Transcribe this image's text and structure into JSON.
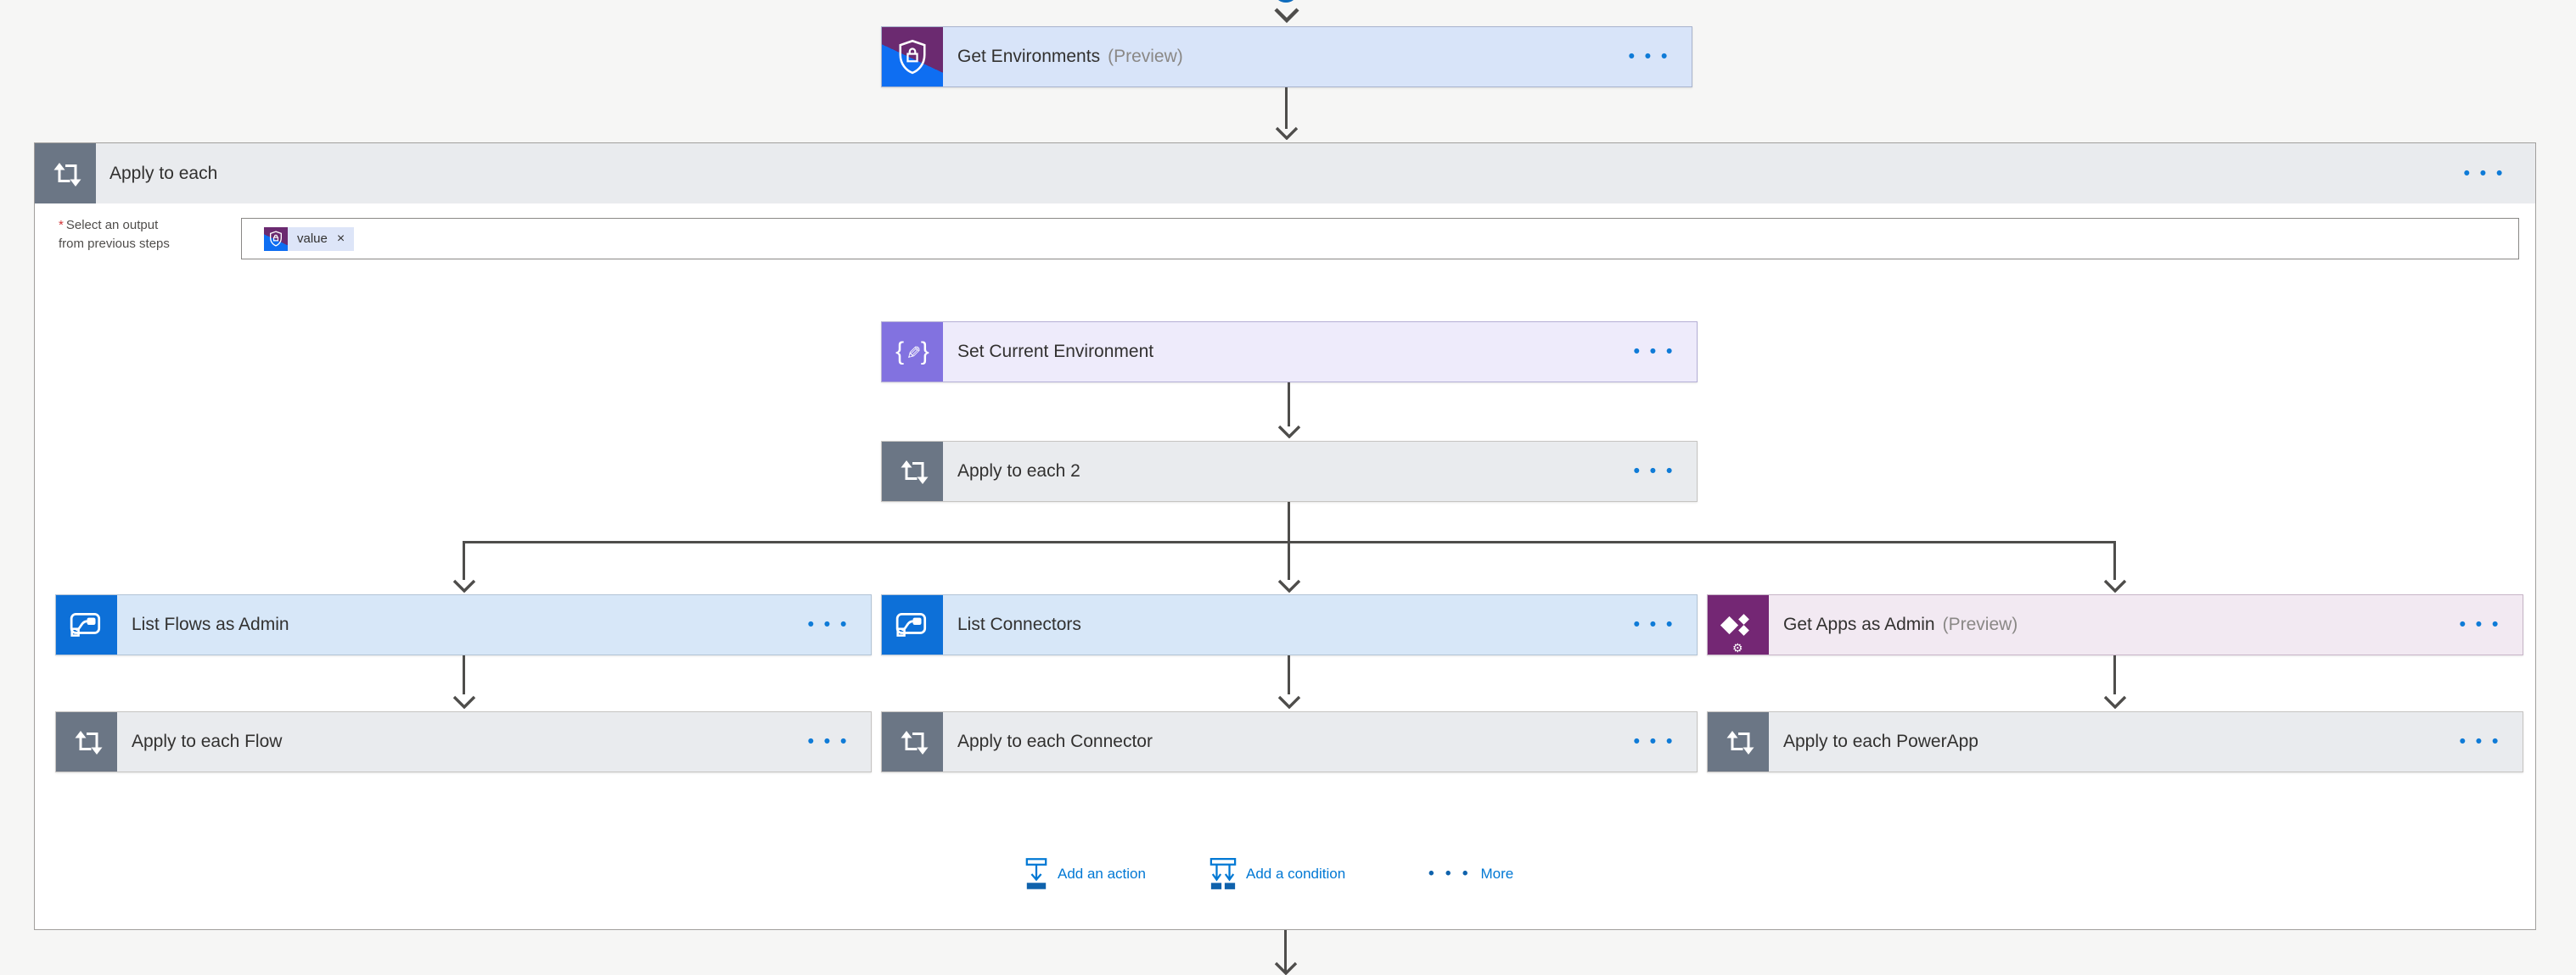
{
  "ui": {
    "ellipsis": "• • •"
  },
  "colors": {
    "accent_blue": "#0078d4",
    "connector_gray": "#4e4d4b",
    "canvas_bg": "#f6f6f5",
    "scope_bg": "#ffffff",
    "loop_header_bg": "#e9ebee",
    "loop_icon_bg": "#6b7685",
    "flow_icon_bg": "#0d70d8",
    "flow_card_bg": "#d7e7f8",
    "admin_card_bg": "#d8e4f9",
    "admin_icon_purple": "#6b2a70",
    "admin_icon_blue": "#0e6ef2",
    "variable_icon_bg": "#8272e0",
    "variable_card_bg": "#eeebfb",
    "powerapps_icon_bg": "#742774",
    "powerapps_card_bg": "#f2e9f2",
    "token_bg": "#dde5f8"
  },
  "cards": {
    "get_environments": {
      "title": "Get Environments",
      "badge": "(Preview)"
    },
    "apply_to_each": {
      "title": "Apply to each"
    },
    "set_current_environment": {
      "title": "Set Current Environment"
    },
    "apply_to_each_2": {
      "title": "Apply to each 2"
    },
    "list_flows_as_admin": {
      "title": "List Flows as Admin"
    },
    "list_connectors": {
      "title": "List Connectors"
    },
    "get_apps_as_admin": {
      "title": "Get Apps as Admin",
      "badge": "(Preview)"
    },
    "apply_to_each_flow": {
      "title": "Apply to each Flow"
    },
    "apply_to_each_connector": {
      "title": "Apply to each Connector"
    },
    "apply_to_each_powerapp": {
      "title": "Apply to each PowerApp"
    }
  },
  "form": {
    "required_marker": "*",
    "label_line1": "Select an output",
    "label_line2": "from previous steps",
    "token": {
      "label": "value",
      "remove": "×"
    }
  },
  "footer": {
    "add_action": "Add an action",
    "add_condition": "Add a condition",
    "more": "More"
  }
}
